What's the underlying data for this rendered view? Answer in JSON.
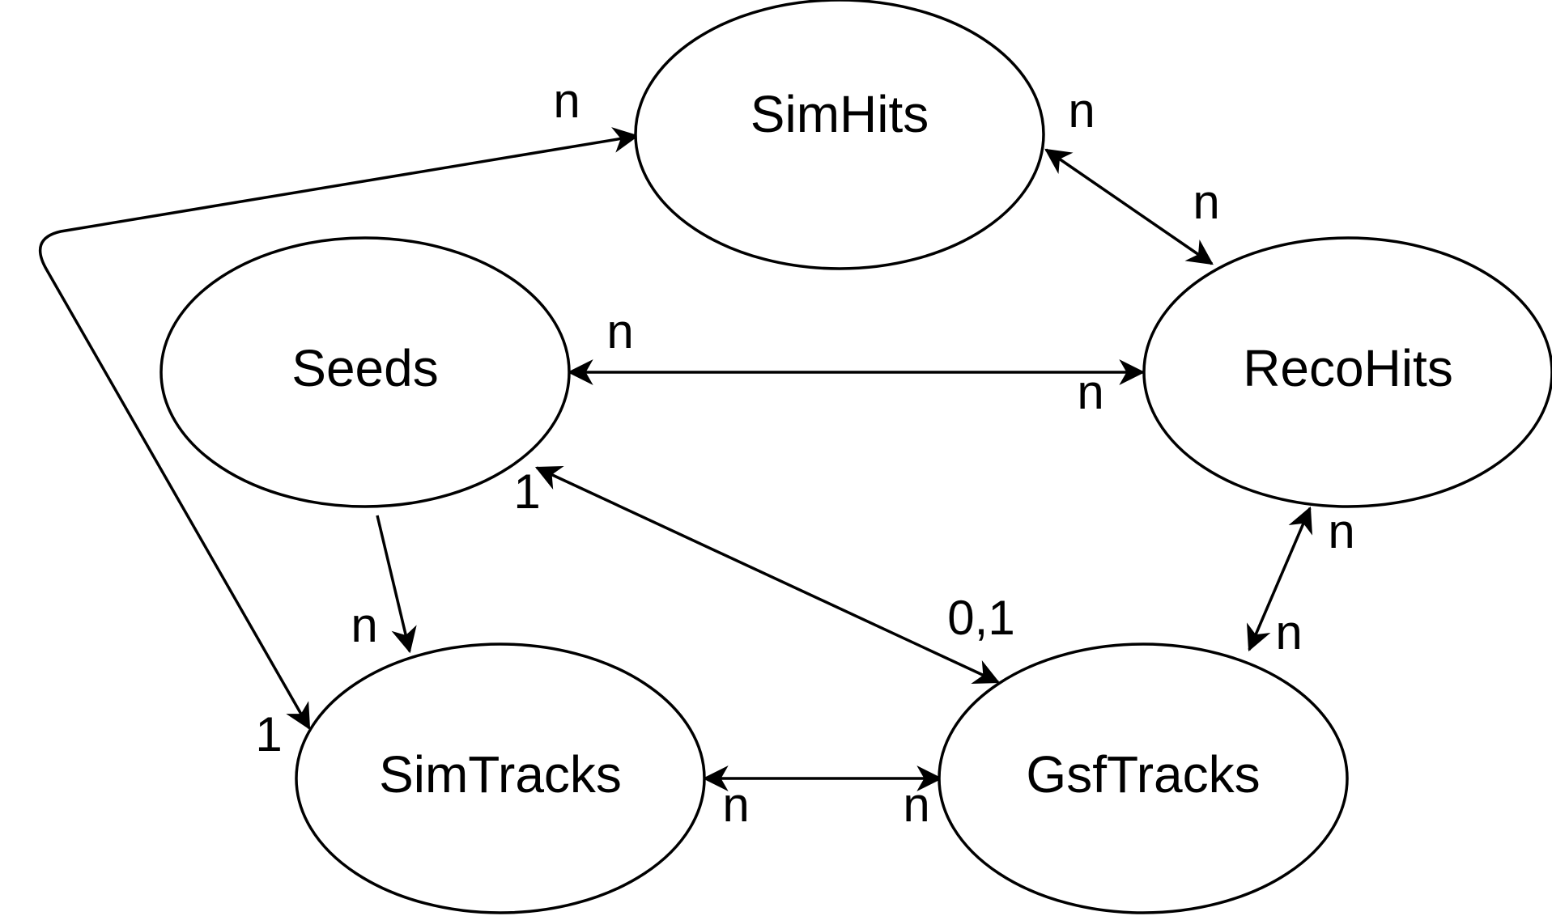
{
  "diagram": {
    "nodes": [
      {
        "id": "simhits",
        "label": "SimHits"
      },
      {
        "id": "seeds",
        "label": "Seeds"
      },
      {
        "id": "recohits",
        "label": "RecoHits"
      },
      {
        "id": "simtracks",
        "label": "SimTracks"
      },
      {
        "id": "gsftracks",
        "label": "GsfTracks"
      }
    ],
    "edges": [
      {
        "id": "simhits-recohits",
        "from": "simhits",
        "to": "recohits",
        "direction": "both",
        "from_cardinality": "n",
        "to_cardinality": "n"
      },
      {
        "id": "seeds-recohits",
        "from": "seeds",
        "to": "recohits",
        "direction": "both",
        "from_cardinality": "n",
        "to_cardinality": "n"
      },
      {
        "id": "seeds-gsftracks",
        "from": "seeds",
        "to": "gsftracks",
        "direction": "both",
        "from_cardinality": "1",
        "to_cardinality": "0,1"
      },
      {
        "id": "recohits-gsftracks",
        "from": "recohits",
        "to": "gsftracks",
        "direction": "both",
        "from_cardinality": "n",
        "to_cardinality": "n"
      },
      {
        "id": "seeds-simtracks",
        "from": "seeds",
        "to": "simtracks",
        "direction": "forward",
        "to_cardinality": "n"
      },
      {
        "id": "simtracks-gsftracks",
        "from": "simtracks",
        "to": "gsftracks",
        "direction": "both",
        "from_cardinality": "n",
        "to_cardinality": "n"
      },
      {
        "id": "simtracks-simhits",
        "from": "simtracks",
        "to": "simhits",
        "direction": "both",
        "from_cardinality": "1",
        "to_cardinality": "n"
      }
    ]
  }
}
